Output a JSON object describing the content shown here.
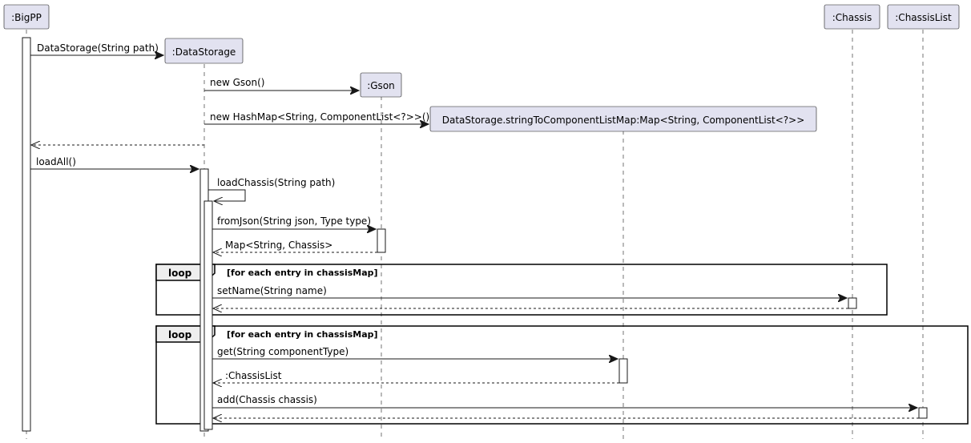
{
  "participants": {
    "bigpp": ":BigPP",
    "datastorage": ":DataStorage",
    "gson": ":Gson",
    "map": "DataStorage.stringToComponentListMap:Map<String, ComponentList<?>>",
    "chassis": ":Chassis",
    "chassislist": ":ChassisList"
  },
  "messages": {
    "m1": "DataStorage(String path)",
    "m2": "new Gson()",
    "m3": "new HashMap<String, ComponentList<?>>()",
    "m5": "loadAll()",
    "m6": "loadChassis(String path)",
    "m7": "fromJson(String json, Type type)",
    "m8": "Map<String, Chassis>",
    "m9": "setName(String name)",
    "m11": "get(String componentType)",
    "m12": ":ChassisList",
    "m13": "add(Chassis chassis)"
  },
  "loops": {
    "loop1": {
      "keyword": "loop",
      "guard": "[for each entry in chassisMap]"
    },
    "loop2": {
      "keyword": "loop",
      "guard": "[for each entry in chassisMap]"
    }
  }
}
